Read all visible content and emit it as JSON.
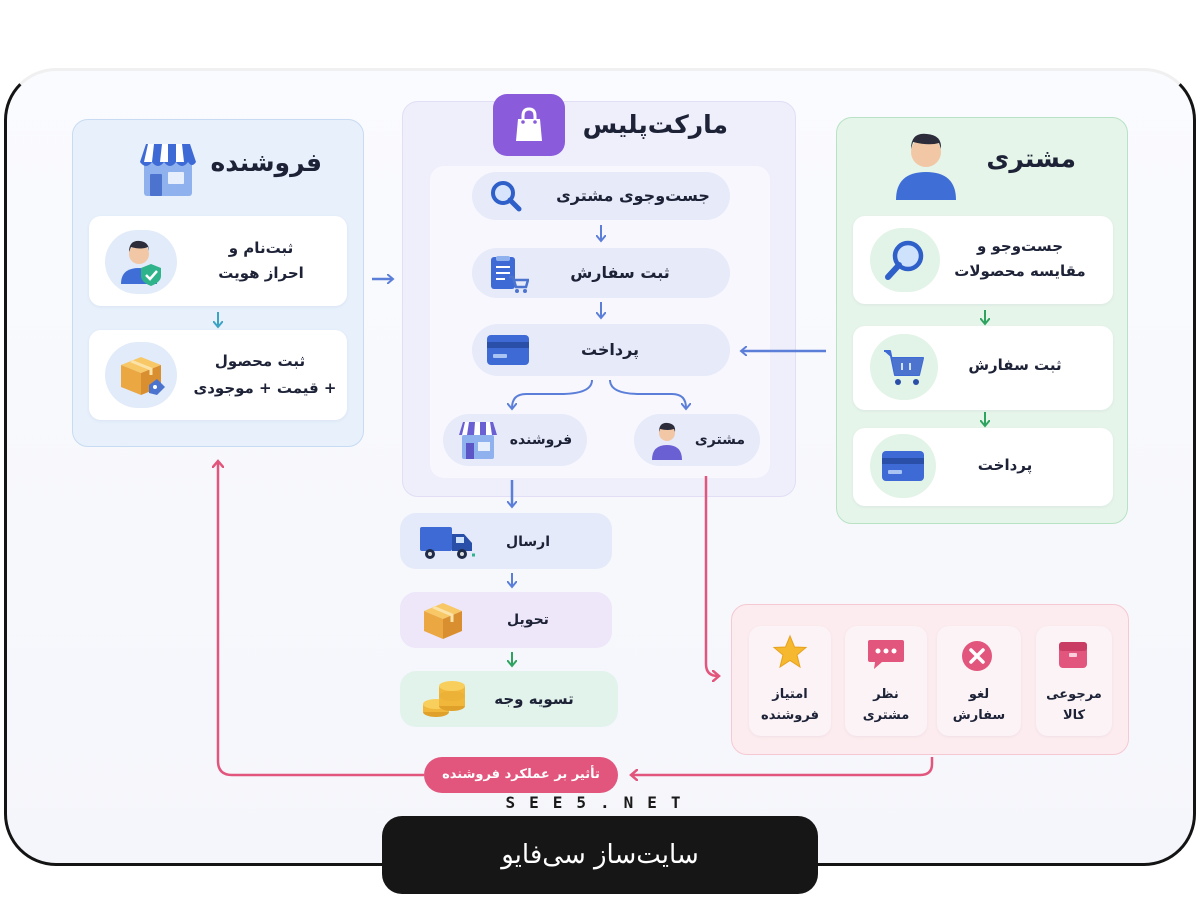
{
  "seller": {
    "title": "فروشنده",
    "step1": {
      "line1": "ثبت‌نام و",
      "line2": "احراز هویت"
    },
    "step2": {
      "line1": "ثبت محصول",
      "line2": "+ قیمت + موجودی"
    }
  },
  "marketplace": {
    "title": "مارکت‌پلیس",
    "search": "جست‌وجوی مشتری",
    "order": "ثبت سفارش",
    "payment": "پرداخت",
    "to_seller": "فروشنده",
    "to_customer": "مشتری"
  },
  "customer": {
    "title": "مشتری",
    "step1": {
      "line1": "جست‌وجو و",
      "line2": "مقایسه محصولات"
    },
    "step2": "ثبت سفارش",
    "step3": "پرداخت"
  },
  "fulfillment": {
    "shipping": "ارسال",
    "delivery": "تحویل",
    "settlement": "تسویه وجه"
  },
  "issues": {
    "returns": {
      "line1": "مرجوعی",
      "line2": "کالا"
    },
    "cancel": {
      "line1": "لغو",
      "line2": "سفارش"
    },
    "review": {
      "line1": "نظر",
      "line2": "مشتری"
    },
    "rating": {
      "line1": "امتیاز",
      "line2": "فروشنده"
    }
  },
  "impact_label": "تأثیر بر عملکرد  فروشنده",
  "watermark": "SEE5.NET",
  "brand_text": "سایت‌ساز سی‌فایو",
  "colors": {
    "seller_bg": "#e7f0fb",
    "market_bg": "#efeefb",
    "customer_bg": "#e6f5ea",
    "issues_bg": "#fdecef",
    "accent_purple": "#8a5cdb",
    "accent_pink": "#e2557c",
    "accent_blue": "#3b6fd8",
    "accent_green": "#3fae6a"
  },
  "icons": {
    "seller": "store-icon",
    "seller_step1": "verified-user-icon",
    "seller_step2": "package-tag-icon",
    "marketplace": "shopping-bag-icon",
    "search": "search-icon",
    "order": "order-cart-icon",
    "payment": "credit-card-icon",
    "to_seller": "store-icon",
    "to_customer": "user-icon",
    "customer": "user-icon",
    "customer_step1": "search-icon",
    "customer_step2": "cart-icon",
    "customer_step3": "credit-card-icon",
    "shipping": "truck-icon",
    "delivery": "box-icon",
    "settlement": "coins-icon",
    "returns": "return-box-icon",
    "cancel": "cancel-icon",
    "review": "chat-icon",
    "rating": "star-icon"
  }
}
